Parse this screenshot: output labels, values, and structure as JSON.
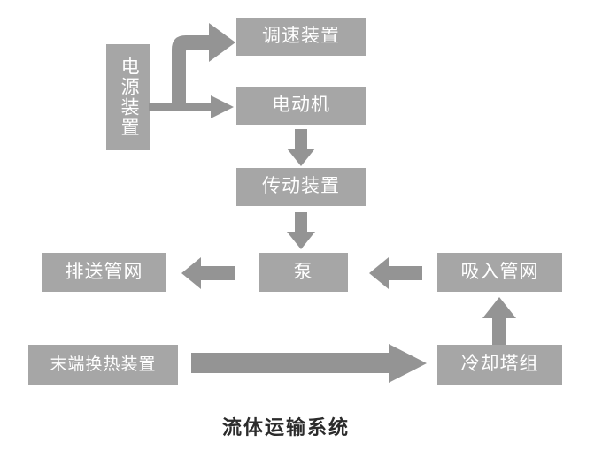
{
  "diagram": {
    "caption": "流体运输系统",
    "colors": {
      "node_fill": "#a6a6a6",
      "node_text": "#ffffff",
      "arrow_fill": "#949494",
      "caption_text": "#2b2b2b",
      "background": "#ffffff"
    },
    "nodes": [
      {
        "id": "power-supply",
        "label": "电源装置",
        "orientation": "vertical"
      },
      {
        "id": "speed-regulator",
        "label": "调速装置",
        "orientation": "horizontal"
      },
      {
        "id": "motor",
        "label": "电动机",
        "orientation": "horizontal"
      },
      {
        "id": "transmission",
        "label": "传动装置",
        "orientation": "horizontal"
      },
      {
        "id": "pump",
        "label": "泵",
        "orientation": "horizontal"
      },
      {
        "id": "discharge-pipe-network",
        "label": "排送管网",
        "orientation": "horizontal"
      },
      {
        "id": "suction-pipe-network",
        "label": "吸入管网",
        "orientation": "horizontal"
      },
      {
        "id": "cooling-tower-group",
        "label": "冷却塔组",
        "orientation": "horizontal"
      },
      {
        "id": "terminal-heat-exchanger",
        "label": "末端换热装置",
        "orientation": "horizontal"
      }
    ],
    "edges": [
      {
        "id": "power-to-speed-regulator",
        "from": "电源装置",
        "to": "调速装置",
        "shape": "elbow-up-right"
      },
      {
        "id": "power-to-motor",
        "from": "电源装置",
        "to": "电动机",
        "shape": "right"
      },
      {
        "id": "motor-to-transmission",
        "from": "电动机",
        "to": "传动装置",
        "shape": "down"
      },
      {
        "id": "transmission-to-pump",
        "from": "传动装置",
        "to": "泵",
        "shape": "down"
      },
      {
        "id": "pump-to-discharge",
        "from": "泵",
        "to": "排送管网",
        "shape": "left"
      },
      {
        "id": "suction-to-pump",
        "from": "吸入管网",
        "to": "泵",
        "shape": "left"
      },
      {
        "id": "cooling-tower-to-suction",
        "from": "冷却塔组",
        "to": "吸入管网",
        "shape": "up"
      },
      {
        "id": "terminal-to-cooling-tower",
        "from": "末端换热装置",
        "to": "冷却塔组",
        "shape": "right-long"
      }
    ]
  }
}
